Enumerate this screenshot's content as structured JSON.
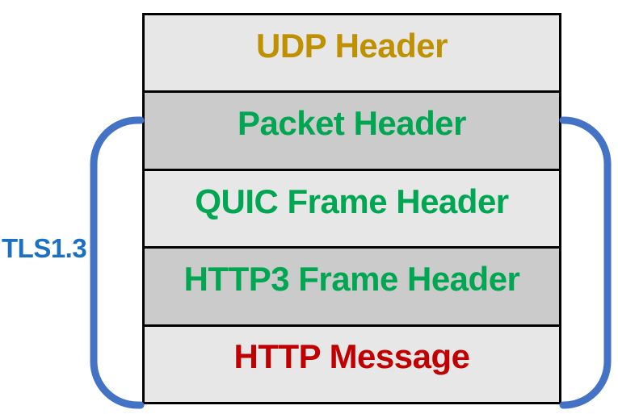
{
  "stack": {
    "rows": [
      {
        "label": "UDP Header",
        "color": "#BF9000",
        "bg": "#E7E7E7"
      },
      {
        "label": "Packet Header",
        "color": "#00A651",
        "bg": "#CBCBCB"
      },
      {
        "label": "QUIC Frame Header",
        "color": "#00A651",
        "bg": "#E7E7E7"
      },
      {
        "label": "HTTP3 Frame Header",
        "color": "#00A651",
        "bg": "#CBCBCB"
      },
      {
        "label": "HTTP Message",
        "color": "#C00000",
        "bg": "#E7E7E7"
      }
    ],
    "border_color": "#000000"
  },
  "bracket": {
    "label": "TLS1.3",
    "label_color": "#1B70C4",
    "color": "#4472C4"
  }
}
